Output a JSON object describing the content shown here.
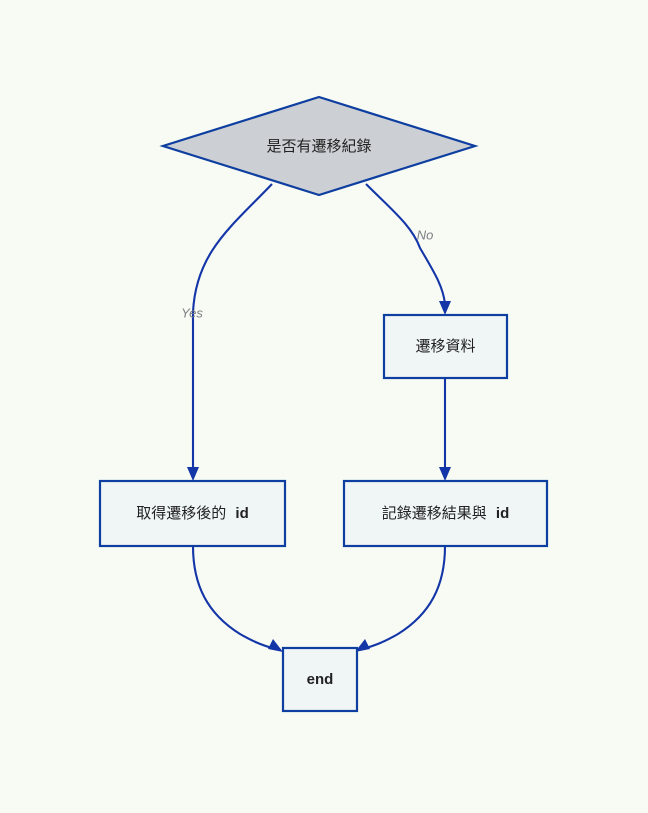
{
  "diagram": {
    "type": "flowchart",
    "title": "",
    "background_color": "#f7fbf3",
    "accent_color": "#1435a8",
    "border_color": "#0d3ea0",
    "decision_fill": "#ccd0d4",
    "process_fill": "#f0f6f6",
    "edge_label_color": "#7b7f83",
    "nodes": [
      {
        "id": "decision",
        "shape": "diamond",
        "label": "是否有遷移紀錄",
        "label_plain": "是否有遷移紀錄",
        "bold_suffix": ""
      },
      {
        "id": "migrate",
        "shape": "rectangle",
        "label": "遷移資料",
        "label_plain": "遷移資料",
        "bold_suffix": ""
      },
      {
        "id": "get-id",
        "shape": "rectangle",
        "label": "取得遷移後的 id",
        "label_plain": "取得遷移後的",
        "bold_suffix": "id"
      },
      {
        "id": "record",
        "shape": "rectangle",
        "label": "記錄遷移結果與 id",
        "label_plain": "記錄遷移結果與",
        "bold_suffix": "id"
      },
      {
        "id": "end",
        "shape": "rectangle",
        "label": "end",
        "label_plain": "end",
        "bold_suffix": ""
      }
    ],
    "edges": [
      {
        "id": "decision-to-get-id",
        "from": "decision",
        "to": "get-id",
        "label": "Yes"
      },
      {
        "id": "decision-to-migrate",
        "from": "decision",
        "to": "migrate",
        "label": "No"
      },
      {
        "id": "migrate-to-record",
        "from": "migrate",
        "to": "record",
        "label": ""
      },
      {
        "id": "get-id-to-end",
        "from": "get-id",
        "to": "end",
        "label": ""
      },
      {
        "id": "record-to-end",
        "from": "record",
        "to": "end",
        "label": ""
      }
    ]
  }
}
